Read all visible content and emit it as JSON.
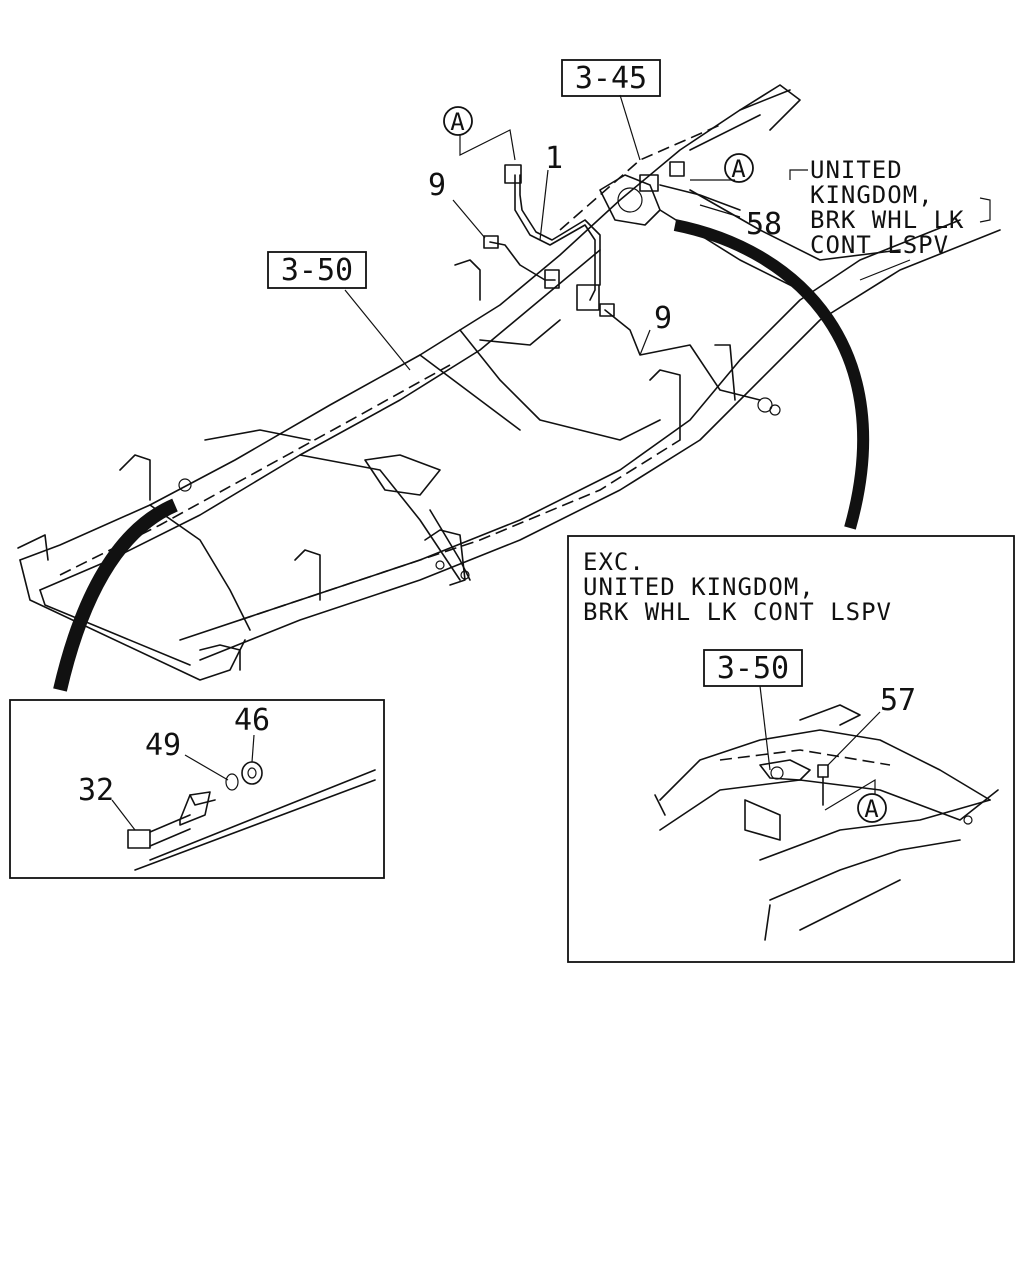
{
  "main_view": {
    "ref_top": "3-45",
    "ref_frame": "3-50",
    "callout_a_left": "A",
    "callout_a_right": "A",
    "part_1": "1",
    "part_9_left": "9",
    "part_9_right": "9",
    "part_58": "58",
    "note_lines": [
      "UNITED",
      "KINGDOM,",
      "BRK WHL LK",
      "CONT LSPV"
    ]
  },
  "detail_left": {
    "part_32": "32",
    "part_49": "49",
    "part_46": "46"
  },
  "detail_right": {
    "note_lines": [
      "EXC.",
      "UNITED KINGDOM,",
      "BRK WHL LK CONT LSPV"
    ],
    "ref_frame": "3-50",
    "part_57": "57",
    "callout_a": "A"
  }
}
